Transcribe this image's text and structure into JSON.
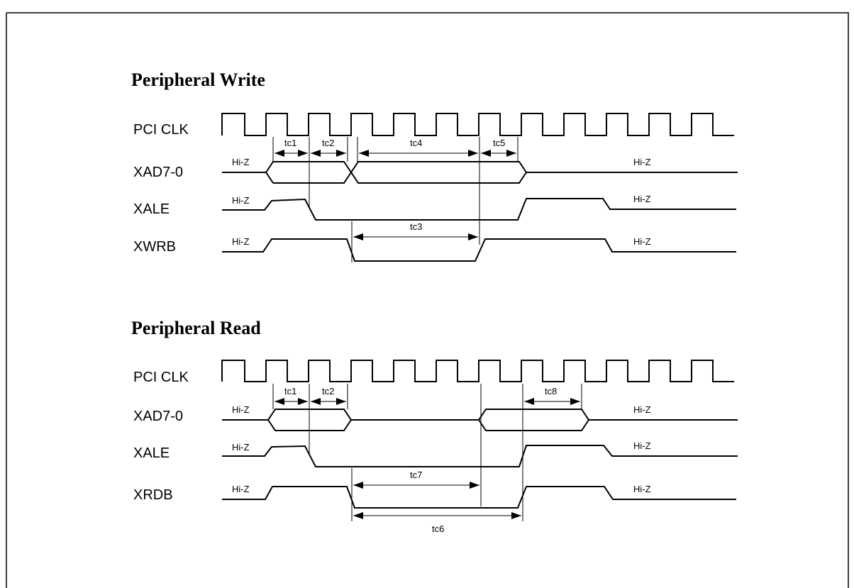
{
  "caption": "",
  "sections": [
    {
      "title": "Peripheral Write",
      "signals": [
        "PCI CLK",
        "XAD7-0",
        "XALE",
        "XWRB"
      ],
      "hi_z": "Hi-Z",
      "timings": [
        "tc1",
        "tc2",
        "tc4",
        "tc5",
        "tc3"
      ]
    },
    {
      "title": "Peripheral Read",
      "signals": [
        "PCI CLK",
        "XAD7-0",
        "XALE",
        "XRDB"
      ],
      "hi_z": "Hi-Z",
      "timings": [
        "tc1",
        "tc2",
        "tc8",
        "tc7",
        "tc6"
      ]
    }
  ]
}
